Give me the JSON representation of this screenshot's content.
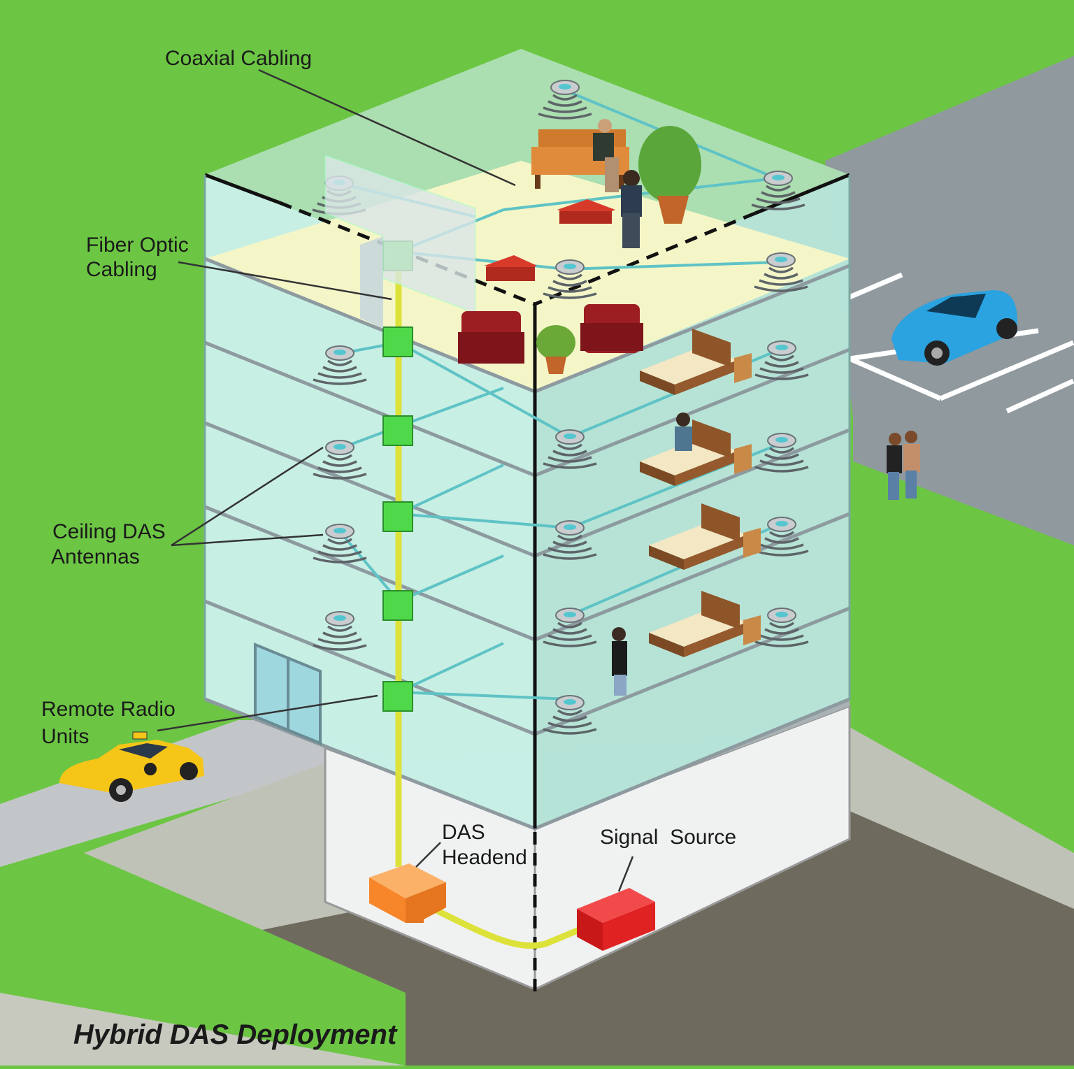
{
  "diagram": {
    "title": "Hybrid DAS Deployment",
    "labels": {
      "coaxial_cabling": "Coaxial Cabling",
      "fiber_optic_line1": "Fiber Optic",
      "fiber_optic_line2": "Cabling",
      "ceiling_das_line1": "Ceiling DAS",
      "ceiling_das_line2": "Antennas",
      "remote_radio_line1": "Remote Radio",
      "remote_radio_line2": "Units",
      "das_headend_line1": "DAS",
      "das_headend_line2": "Headend",
      "signal_source": "Signal  Source"
    },
    "colors": {
      "grass": "#6cc644",
      "road": "#8f999e",
      "basement_floor": "#6e6a5e",
      "glass": "#cdeee2",
      "ceiling_floor": "#f4f6c8",
      "fiber": "#dde23a",
      "coax": "#5fc3c6",
      "remote_radio_unit": "#4fd94a",
      "das_headend": "#f7862a",
      "signal_source": "#e02222",
      "car": "#2aa3e0",
      "taxi": "#f5c518"
    },
    "icons": [
      "ceiling-antenna-icon",
      "remote-radio-unit-icon",
      "das-headend-box",
      "signal-source-box",
      "taxi-icon",
      "car-icon",
      "bed-icon",
      "sofa-icon",
      "armchair-icon",
      "plant-icon",
      "person-icon"
    ]
  }
}
